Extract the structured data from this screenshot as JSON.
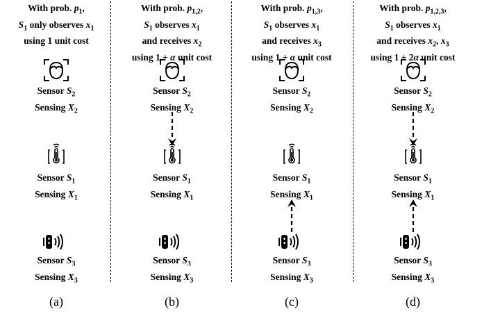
{
  "panels": [
    {
      "id": "a",
      "header": [
        {
          "pre": "With prob. ",
          "var": "p",
          "sub": "1",
          "post": ","
        },
        {
          "pre": "",
          "var": "S",
          "sub": "1",
          "post": " only observes ",
          "var2": "x",
          "sub2": "1"
        },
        {
          "pre": "using 1 unit cost"
        }
      ],
      "caption": "(a)",
      "arrow": "none"
    },
    {
      "id": "b",
      "header": [
        {
          "pre": "With prob. ",
          "var": "p",
          "sub": "1,2",
          "post": ","
        },
        {
          "pre": "",
          "var": "S",
          "sub": "1",
          "post": " observes ",
          "var2": "x",
          "sub2": "1"
        },
        {
          "pre": "and receives ",
          "var": "x",
          "sub": "2"
        },
        {
          "pre": "using 1 + ",
          "var": "α",
          "post": " unit cost"
        }
      ],
      "caption": "(b)",
      "arrow": "from-top"
    },
    {
      "id": "c",
      "header": [
        {
          "pre": "With prob. ",
          "var": "p",
          "sub": "1,3",
          "post": ","
        },
        {
          "pre": "",
          "var": "S",
          "sub": "1",
          "post": " observes ",
          "var2": "x",
          "sub2": "1"
        },
        {
          "pre": "and receives ",
          "var": "x",
          "sub": "3"
        },
        {
          "pre": "using 1 + ",
          "var": "α",
          "post": " unit cost"
        }
      ],
      "caption": "(c)",
      "arrow": "from-bottom"
    },
    {
      "id": "d",
      "header": [
        {
          "pre": "With prob. ",
          "var": "p",
          "sub": "1,2,3",
          "post": ","
        },
        {
          "pre": "",
          "var": "S",
          "sub": "1",
          "post": " observes ",
          "var2": "x",
          "sub2": "1"
        },
        {
          "pre": "and receives ",
          "var": "x",
          "sub": "2",
          "post": ", ",
          "var2": "x",
          "sub2": "3"
        },
        {
          "pre": "using 1 + 2",
          "var": "α",
          "post": " unit cost"
        }
      ],
      "caption": "(d)",
      "arrow": "both"
    }
  ],
  "sensors": {
    "s2": {
      "line1": "Sensor ",
      "v1": "S",
      "s1": "2",
      "line2": "Sensing ",
      "v2": "X",
      "s2": "2",
      "icon": "face-scan-icon"
    },
    "s1": {
      "line1": "Sensor ",
      "v1": "S",
      "s1": "1",
      "line2": "Sensing ",
      "v2": "X",
      "s2": "1",
      "icon": "thermometer-sensor-icon"
    },
    "s3": {
      "line1": "Sensor ",
      "v1": "S",
      "s1": "3",
      "line2": "Sensing ",
      "v2": "X",
      "s2": "3",
      "icon": "vibration-sensor-icon"
    }
  }
}
